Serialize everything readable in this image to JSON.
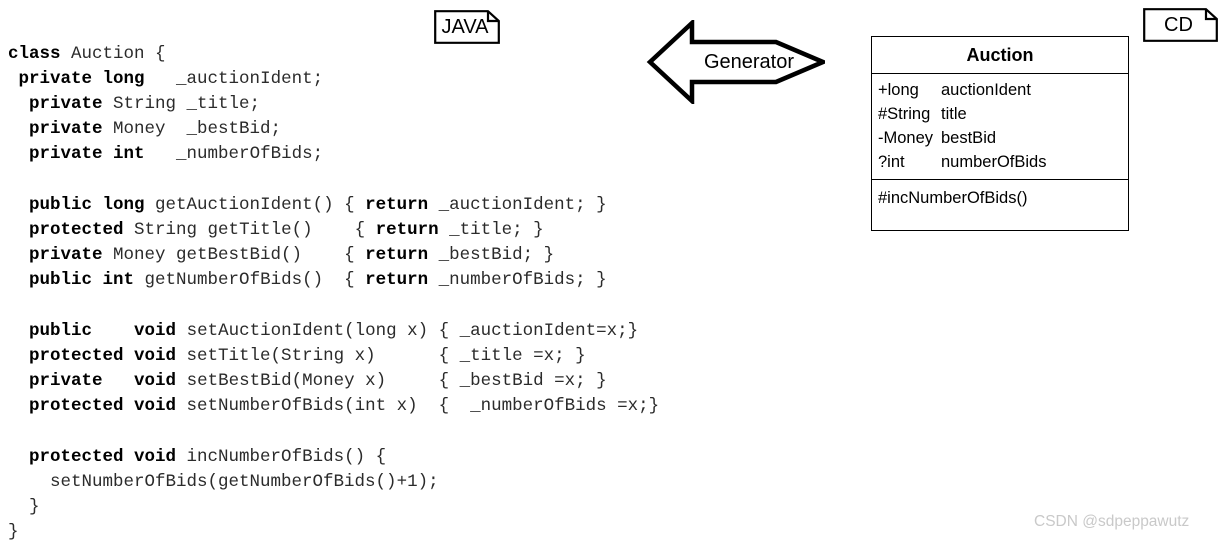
{
  "java_tag": {
    "label": "JAVA",
    "icon": "note-folded-corner"
  },
  "cd_tag": {
    "label": "CD",
    "icon": "note-folded-corner"
  },
  "generator": {
    "label": "Generator",
    "icon": "left-arrow-chevron-tail",
    "direction": "left"
  },
  "code": {
    "language": "Java",
    "lines": [
      [
        {
          "t": "class ",
          "b": true
        },
        {
          "t": "Auction {",
          "b": false
        }
      ],
      [
        {
          "t": " ",
          "b": false
        },
        {
          "t": "private long ",
          "b": true
        },
        {
          "t": "  _auctionIdent;",
          "b": false
        }
      ],
      [
        {
          "t": "  ",
          "b": false
        },
        {
          "t": "private ",
          "b": true
        },
        {
          "t": "String _title;",
          "b": false
        }
      ],
      [
        {
          "t": "  ",
          "b": false
        },
        {
          "t": "private ",
          "b": true
        },
        {
          "t": "Money  _bestBid;",
          "b": false
        }
      ],
      [
        {
          "t": "  ",
          "b": false
        },
        {
          "t": "private int",
          "b": true
        },
        {
          "t": "   _numberOfBids;",
          "b": false
        }
      ],
      [
        {
          "t": "",
          "b": false
        }
      ],
      [
        {
          "t": "  ",
          "b": false
        },
        {
          "t": "public long ",
          "b": true
        },
        {
          "t": "getAuctionIdent() { ",
          "b": false
        },
        {
          "t": "return ",
          "b": true
        },
        {
          "t": "_auctionIdent; }",
          "b": false
        }
      ],
      [
        {
          "t": "  ",
          "b": false
        },
        {
          "t": "protected ",
          "b": true
        },
        {
          "t": "String getTitle()    { ",
          "b": false
        },
        {
          "t": "return ",
          "b": true
        },
        {
          "t": "_title; }",
          "b": false
        }
      ],
      [
        {
          "t": "  ",
          "b": false
        },
        {
          "t": "private ",
          "b": true
        },
        {
          "t": "Money getBestBid()    { ",
          "b": false
        },
        {
          "t": "return ",
          "b": true
        },
        {
          "t": "_bestBid; }",
          "b": false
        }
      ],
      [
        {
          "t": "  ",
          "b": false
        },
        {
          "t": "public int ",
          "b": true
        },
        {
          "t": "getNumberOfBids()  { ",
          "b": false
        },
        {
          "t": "return ",
          "b": true
        },
        {
          "t": "_numberOfBids; }",
          "b": false
        }
      ],
      [
        {
          "t": "",
          "b": false
        }
      ],
      [
        {
          "t": "  ",
          "b": false
        },
        {
          "t": "public",
          "b": true
        },
        {
          "t": "    ",
          "b": false
        },
        {
          "t": "void ",
          "b": true
        },
        {
          "t": "setAuctionIdent(long x) { _auctionIdent=x;}",
          "b": false
        }
      ],
      [
        {
          "t": "  ",
          "b": false
        },
        {
          "t": "protected void ",
          "b": true
        },
        {
          "t": "setTitle(String x)      { _title =x; }",
          "b": false
        }
      ],
      [
        {
          "t": "  ",
          "b": false
        },
        {
          "t": "private",
          "b": true
        },
        {
          "t": "   ",
          "b": false
        },
        {
          "t": "void ",
          "b": true
        },
        {
          "t": "setBestBid(Money x)     { _bestBid =x; }",
          "b": false
        }
      ],
      [
        {
          "t": "  ",
          "b": false
        },
        {
          "t": "protected void ",
          "b": true
        },
        {
          "t": "setNumberOfBids(int x)  {  _numberOfBids =x;}",
          "b": false
        }
      ],
      [
        {
          "t": "",
          "b": false
        }
      ],
      [
        {
          "t": "  ",
          "b": false
        },
        {
          "t": "protected void ",
          "b": true
        },
        {
          "t": "incNumberOfBids() {",
          "b": false
        }
      ],
      [
        {
          "t": "    setNumberOfBids(getNumberOfBids()+1);",
          "b": false
        }
      ],
      [
        {
          "t": "  }",
          "b": false
        }
      ],
      [
        {
          "t": "}",
          "b": false
        }
      ]
    ]
  },
  "uml_class": {
    "name": "Auction",
    "attributes": [
      {
        "type": "+long",
        "name": "auctionIdent"
      },
      {
        "type": "#String",
        "name": "title"
      },
      {
        "type": "-Money",
        "name": "bestBid"
      },
      {
        "type": "?int",
        "name": "numberOfBids"
      }
    ],
    "operations": [
      {
        "signature": "#incNumberOfBids()"
      }
    ]
  },
  "watermark": {
    "text": "CSDN @sdpeppawutz"
  },
  "colors": {
    "background": "#ffffff",
    "stroke": "#000000",
    "code_text": "#1a1a1a",
    "watermark": "#c9c9c9"
  }
}
